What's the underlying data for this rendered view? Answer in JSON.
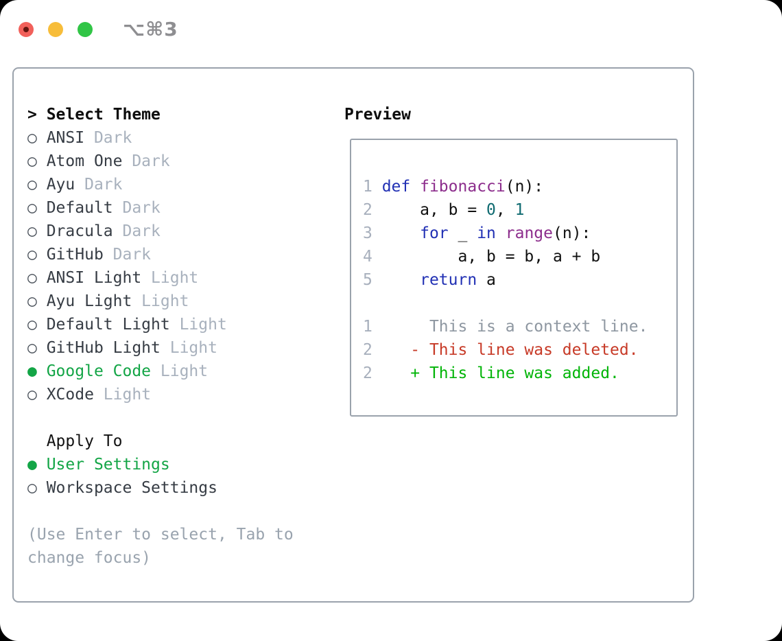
{
  "window": {
    "title": "⌥⌘3",
    "traffic_lights": [
      "close",
      "minimize",
      "zoom"
    ]
  },
  "colors": {
    "accent_green": "#13a546",
    "diff_add": "#00b407",
    "diff_del": "#c73a27",
    "keyword_blue": "#2130b4",
    "function_purple": "#8c2d8c",
    "number_teal": "#0e6a70",
    "muted_gray": "#a8b1bd",
    "help_gray": "#99a3ae",
    "line_number_gray": "#a7afbc",
    "context_gray": "#8e97a1",
    "text_dark": "#363c44",
    "border_gray": "#9aa2ac"
  },
  "theme_panel": {
    "header": {
      "cursor": ">",
      "label": "Select Theme"
    },
    "items": [
      {
        "name": "ANSI",
        "tag": "Dark",
        "selected": false
      },
      {
        "name": "Atom One",
        "tag": "Dark",
        "selected": false
      },
      {
        "name": "Ayu",
        "tag": "Dark",
        "selected": false
      },
      {
        "name": "Default",
        "tag": "Dark",
        "selected": false
      },
      {
        "name": "Dracula",
        "tag": "Dark",
        "selected": false
      },
      {
        "name": "GitHub",
        "tag": "Dark",
        "selected": false
      },
      {
        "name": "ANSI Light",
        "tag": "Light",
        "selected": false
      },
      {
        "name": "Ayu Light",
        "tag": "Light",
        "selected": false
      },
      {
        "name": "Default Light",
        "tag": "Light",
        "selected": false
      },
      {
        "name": "GitHub Light",
        "tag": "Light",
        "selected": false
      },
      {
        "name": "Google Code",
        "tag": "Light",
        "selected": true
      },
      {
        "name": "XCode",
        "tag": "Light",
        "selected": false
      }
    ],
    "apply_to": {
      "label": "Apply To",
      "options": [
        {
          "name": "User Settings",
          "selected": true
        },
        {
          "name": "Workspace Settings",
          "selected": false
        }
      ]
    },
    "help_lines": [
      "(Use Enter to select, Tab to",
      "change focus)"
    ]
  },
  "preview": {
    "title": "Preview",
    "lines": [
      {
        "type": "code",
        "segments": [
          [
            "ln",
            "1 "
          ],
          [
            "kw",
            "def"
          ],
          [
            "pl",
            " "
          ],
          [
            "fn",
            "fibonacci"
          ],
          [
            "pl",
            "(n):"
          ]
        ]
      },
      {
        "type": "code",
        "segments": [
          [
            "ln",
            "2 "
          ],
          [
            "pl",
            "    a, b = "
          ],
          [
            "num",
            "0"
          ],
          [
            "pl",
            ", "
          ],
          [
            "num",
            "1"
          ]
        ]
      },
      {
        "type": "code",
        "segments": [
          [
            "ln",
            "3 "
          ],
          [
            "pl",
            "    "
          ],
          [
            "kw",
            "for"
          ],
          [
            "pl",
            " _ "
          ],
          [
            "kw",
            "in"
          ],
          [
            "pl",
            " "
          ],
          [
            "fn",
            "range"
          ],
          [
            "pl",
            "(n):"
          ]
        ]
      },
      {
        "type": "code",
        "segments": [
          [
            "ln",
            "4 "
          ],
          [
            "pl",
            "        a, b = b, a + b"
          ]
        ]
      },
      {
        "type": "code",
        "segments": [
          [
            "ln",
            "5 "
          ],
          [
            "pl",
            "    "
          ],
          [
            "kw",
            "return"
          ],
          [
            "pl",
            " a"
          ]
        ]
      },
      {
        "type": "blank",
        "segments": []
      },
      {
        "type": "diff",
        "segments": [
          [
            "ln",
            "1"
          ],
          [
            "pl",
            "      "
          ],
          [
            "ctx",
            "This is a context line."
          ]
        ]
      },
      {
        "type": "diff",
        "segments": [
          [
            "ln",
            "2"
          ],
          [
            "pl",
            "    "
          ],
          [
            "del",
            "- This line was deleted."
          ]
        ]
      },
      {
        "type": "diff",
        "segments": [
          [
            "ln",
            "2"
          ],
          [
            "pl",
            "    "
          ],
          [
            "add",
            "+ This line was added."
          ]
        ]
      }
    ]
  }
}
